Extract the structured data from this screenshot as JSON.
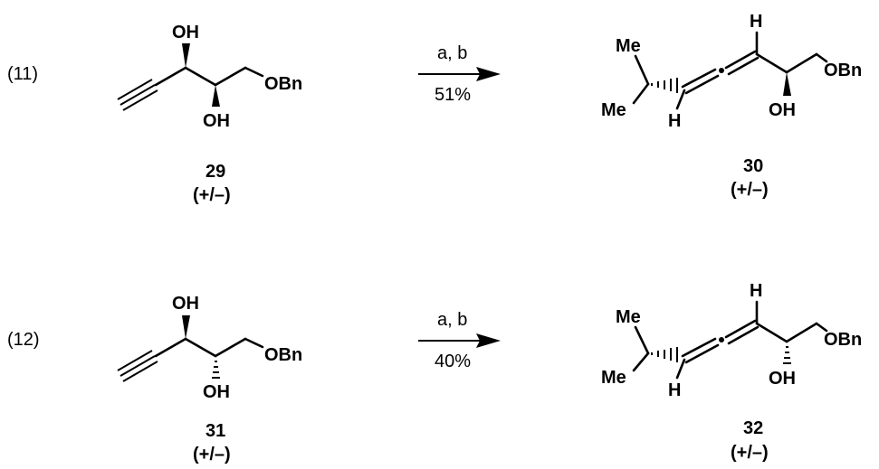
{
  "equations": [
    {
      "eq_label": "(11)",
      "reagents": "a, b",
      "yield": "51%",
      "starting_material": {
        "number": "29",
        "stereo": "(+/–)",
        "oh_top": "OH",
        "oh_bottom": "OH",
        "protecting": "OBn"
      },
      "product": {
        "number": "30",
        "stereo": "(+/–)",
        "me_top": "Me",
        "me_bottom": "Me",
        "h_top": "H",
        "h_bottom": "H",
        "oh": "OH",
        "protecting": "OBn"
      }
    },
    {
      "eq_label": "(12)",
      "reagents": "a, b",
      "yield": "40%",
      "starting_material": {
        "number": "31",
        "stereo": "(+/–)",
        "oh_top": "OH",
        "oh_bottom": "OH",
        "protecting": "OBn"
      },
      "product": {
        "number": "32",
        "stereo": "(+/–)",
        "me_top": "Me",
        "me_bottom": "Me",
        "h_top": "H",
        "h_bottom": "H",
        "oh": "OH",
        "protecting": "OBn"
      }
    }
  ]
}
